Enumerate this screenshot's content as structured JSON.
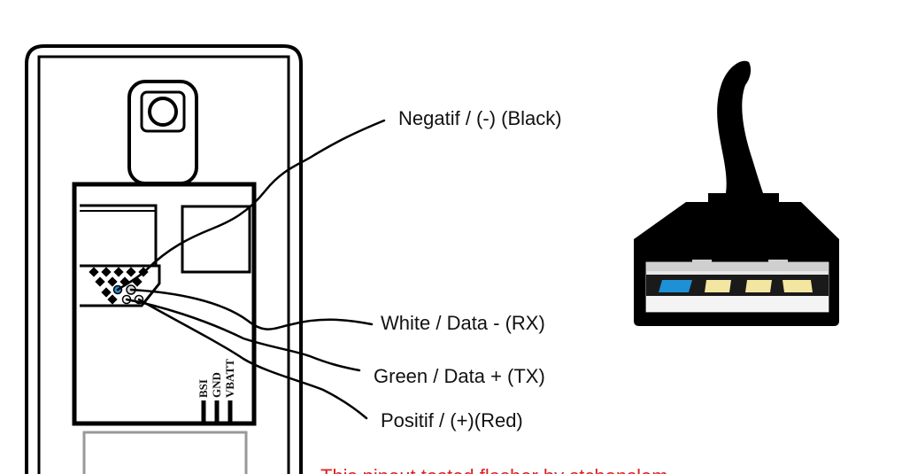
{
  "labels": {
    "negatif": "Negatif / (-) (Black)",
    "white": "White / Data - (RX)",
    "green": "Green / Data + (TX)",
    "positif": "Positif / (+)(Red)"
  },
  "pins": [
    "BSI",
    "GND",
    "VBATT"
  ],
  "note": "This pinout tested flasher by stchenslem",
  "colors": {
    "note": "#e02020",
    "usb_pin_highlight": "#1e90d6",
    "usb_pin_contact": "#f3e6a0",
    "usb_tongue_inner": "#e8e8e8",
    "phone_pad_highlight": "#1e90d6"
  },
  "icons": {
    "phone": "phone-back-outline",
    "usb": "usb-a-plug-icon"
  }
}
